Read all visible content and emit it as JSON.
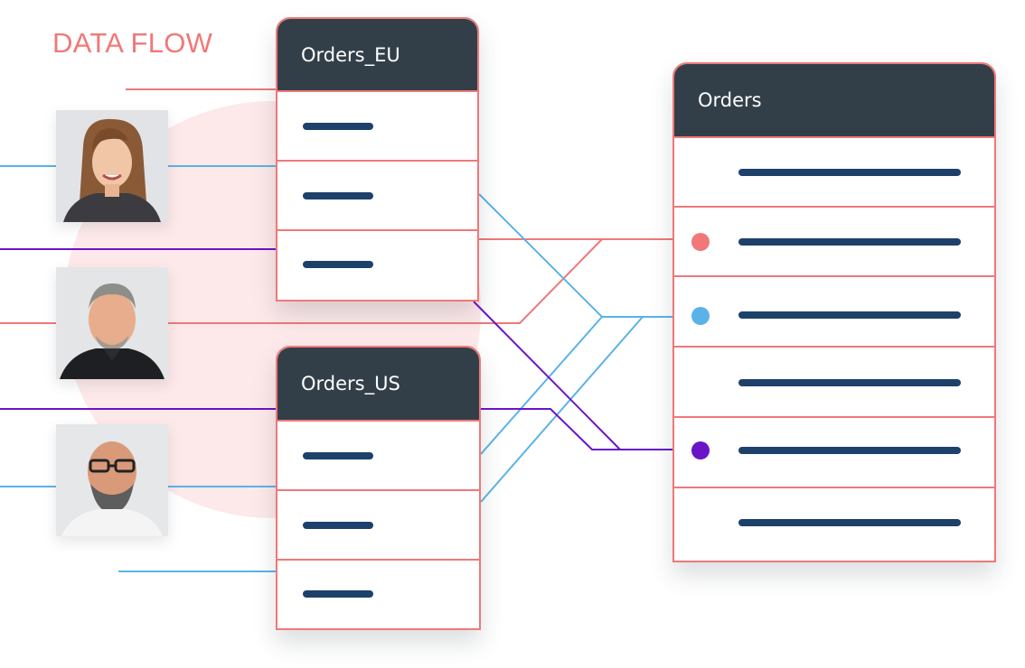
{
  "title": "DATA FLOW",
  "tables": {
    "eu": {
      "header": "Orders_EU",
      "rows": 3
    },
    "us": {
      "header": "Orders_US",
      "rows": 3
    },
    "orders": {
      "header": "Orders",
      "rows": 6
    }
  },
  "colors": {
    "accent_red": "#f07878",
    "line_blue": "#5bb2e8",
    "line_purple": "#6a14c8",
    "header_dark": "#333f48",
    "bar_navy": "#1d416b",
    "blob_pink": "#fde9ea"
  },
  "avatars": [
    {
      "name": "woman-portrait"
    },
    {
      "name": "man-portrait"
    },
    {
      "name": "bearded-man-portrait"
    }
  ]
}
